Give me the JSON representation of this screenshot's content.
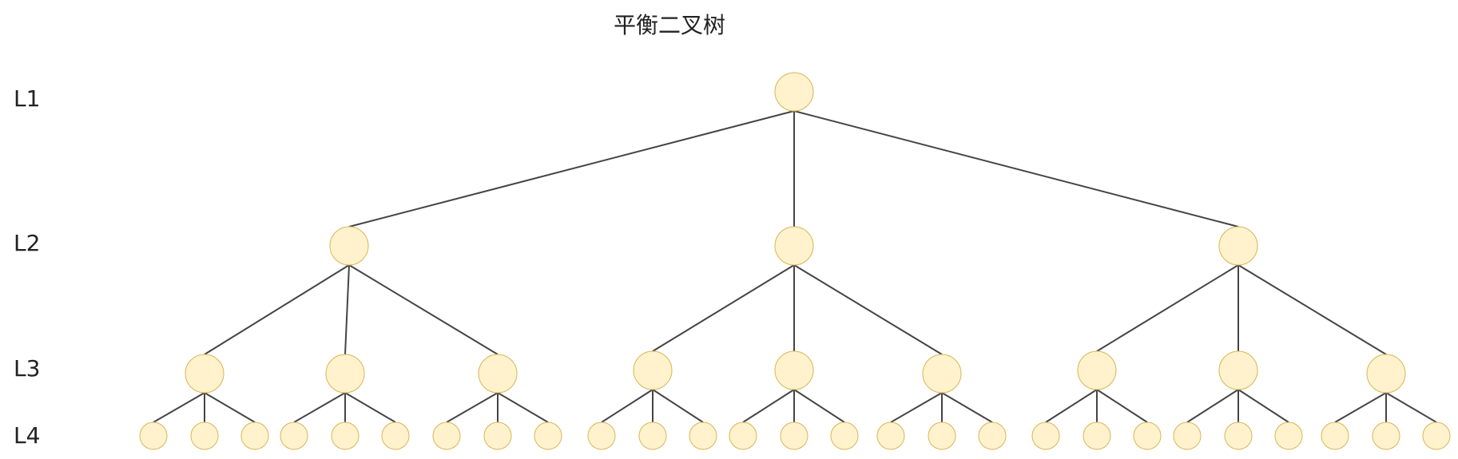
{
  "title": "平衡二叉树",
  "levels": [
    {
      "label": "L1",
      "nodes": 1
    },
    {
      "label": "L2",
      "nodes": 3
    },
    {
      "label": "L3",
      "nodes": 9
    },
    {
      "label": "L4",
      "nodes": 27
    }
  ],
  "colors": {
    "node_fill": "#fff2cc",
    "node_stroke": "#d6b656",
    "edge": "#444444",
    "text": "#222222"
  }
}
